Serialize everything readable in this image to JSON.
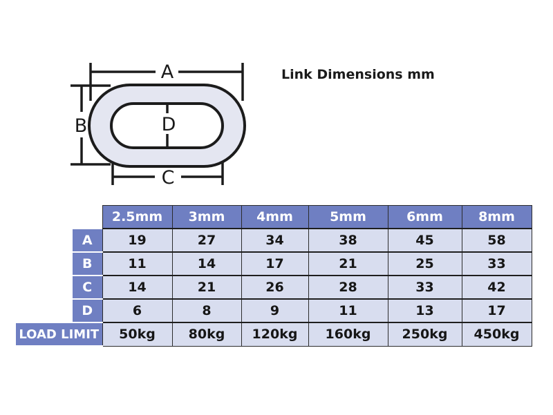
{
  "diagram": {
    "labels": {
      "a": "A",
      "b": "B",
      "c": "C",
      "d": "D"
    },
    "colors": {
      "link_fill": "#e4e6f1",
      "link_stroke": "#1c1c1c",
      "line": "#1c1c1c"
    }
  },
  "title": "Link Dimensions mm",
  "table": {
    "sizes": [
      "2.5mm",
      "3mm",
      "4mm",
      "5mm",
      "6mm",
      "8mm"
    ],
    "rows": [
      {
        "label": "A",
        "values": [
          "19",
          "27",
          "34",
          "38",
          "45",
          "58"
        ]
      },
      {
        "label": "B",
        "values": [
          "11",
          "14",
          "17",
          "21",
          "25",
          "33"
        ]
      },
      {
        "label": "C",
        "values": [
          "14",
          "21",
          "26",
          "28",
          "33",
          "42"
        ]
      },
      {
        "label": "D",
        "values": [
          "6",
          "8",
          "9",
          "11",
          "13",
          "17"
        ]
      }
    ],
    "load_limit": {
      "label": "LOAD LIMIT",
      "values": [
        "50kg",
        "80kg",
        "120kg",
        "160kg",
        "250kg",
        "450kg"
      ]
    },
    "colors": {
      "header_bg": "#6f7fc2",
      "cell_bg": "#d8ddef",
      "header_text": "#ffffff"
    }
  }
}
